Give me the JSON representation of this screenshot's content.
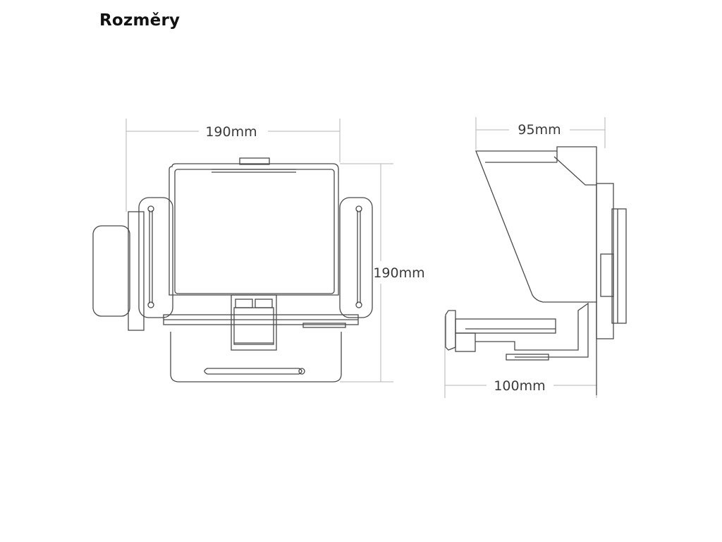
{
  "page": {
    "title": "Rozměry"
  },
  "dimensions": {
    "front_width": "190mm",
    "front_height": "190mm",
    "side_top_depth": "95mm",
    "side_base_depth": "100mm"
  },
  "colors": {
    "line": "#4a4a4a",
    "dim_line": "#b5b5b5",
    "text": "#3a3a3a"
  }
}
